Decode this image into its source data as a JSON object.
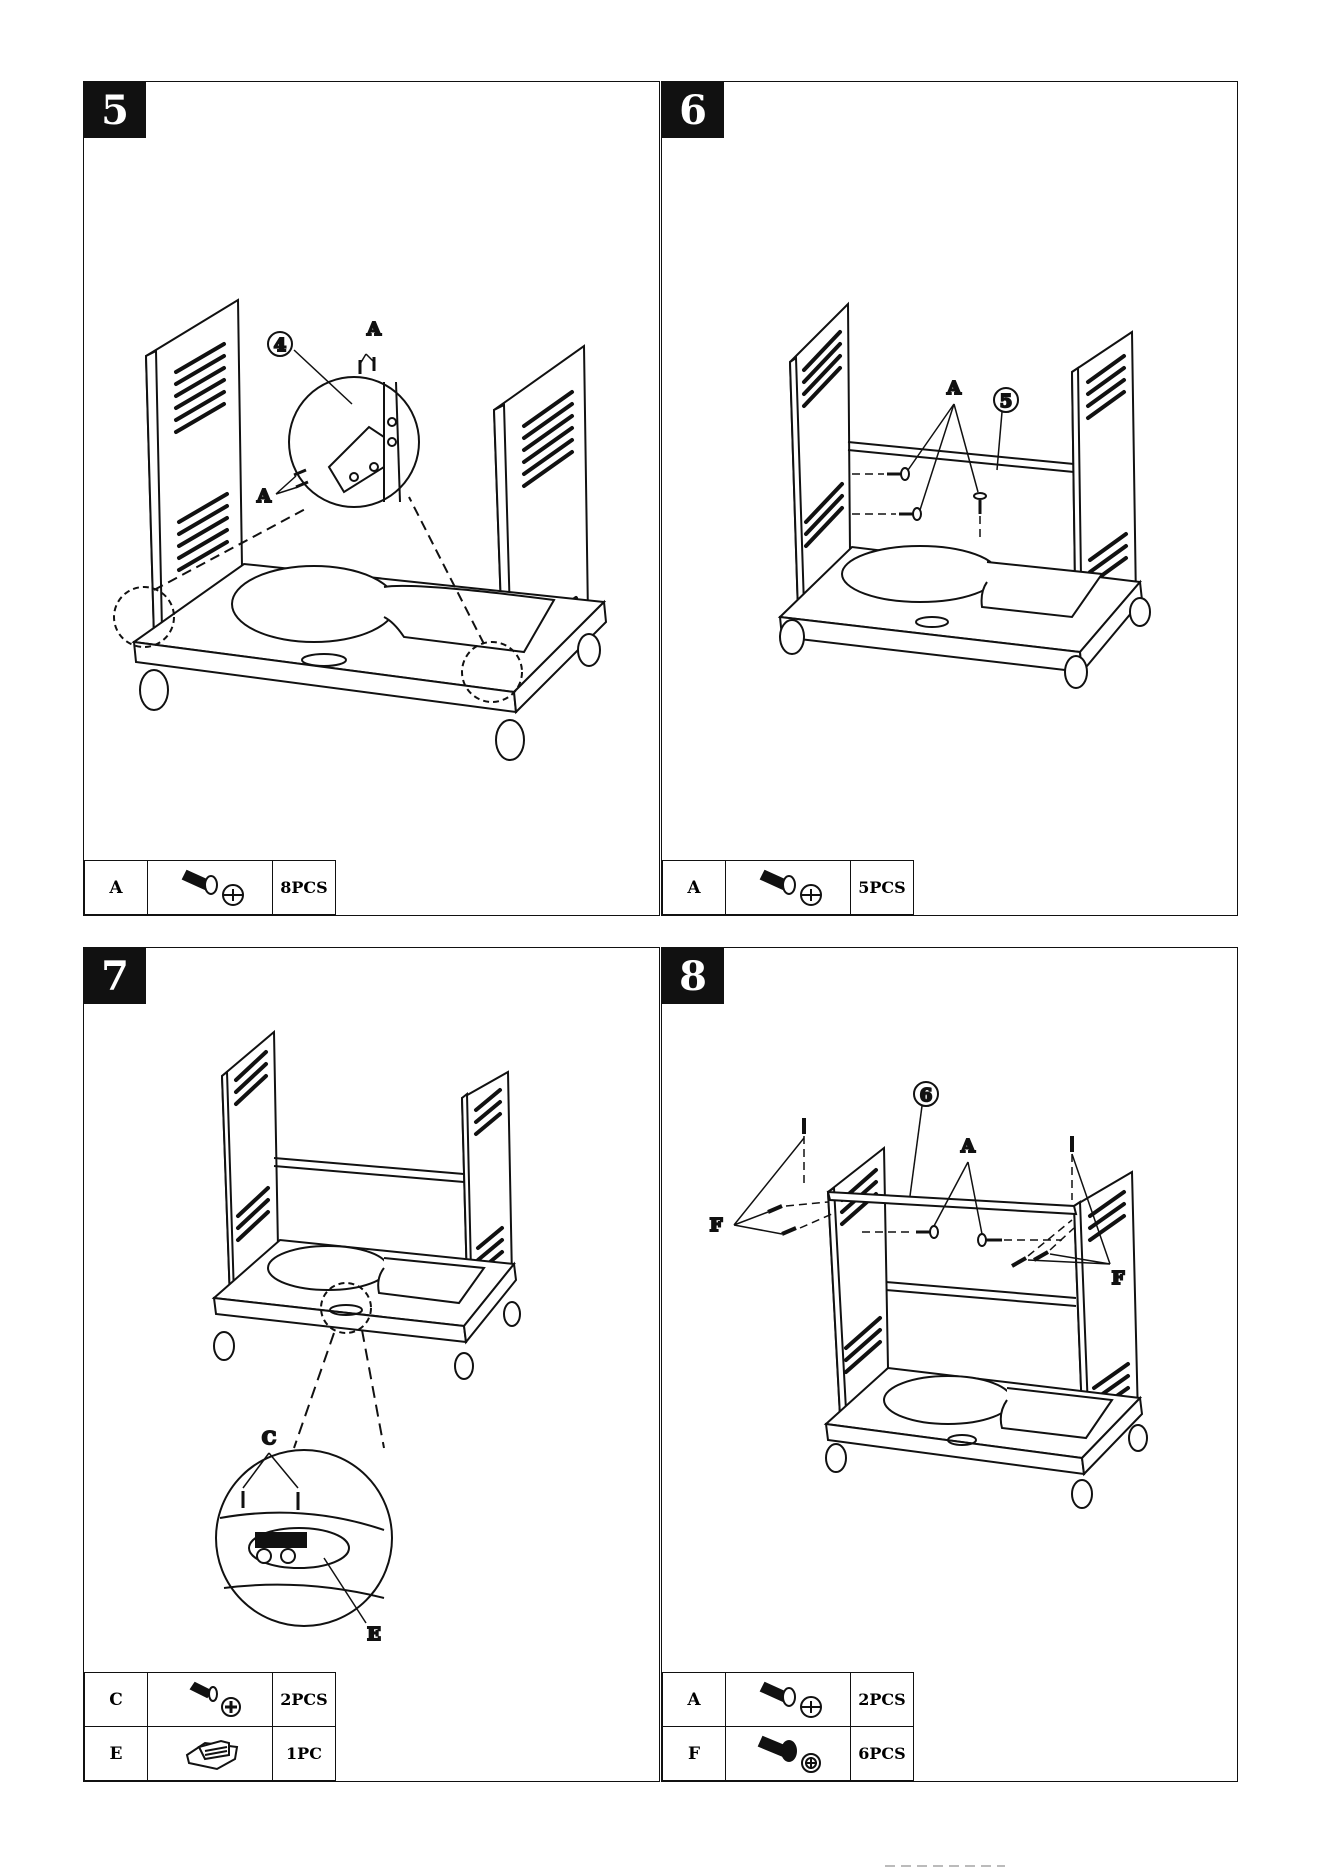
{
  "panels": [
    {
      "step": "5",
      "callouts": [
        "A",
        "A",
        "4"
      ],
      "parts": [
        {
          "code": "A",
          "icon": "flat-head-screw-icon",
          "qty": "8PCS"
        }
      ]
    },
    {
      "step": "6",
      "callouts": [
        "A",
        "5"
      ],
      "parts": [
        {
          "code": "A",
          "icon": "flat-head-screw-icon",
          "qty": "5PCS"
        }
      ]
    },
    {
      "step": "7",
      "callouts": [
        "C",
        "E"
      ],
      "parts": [
        {
          "code": "C",
          "icon": "phillips-screw-icon",
          "qty": "2PCS"
        },
        {
          "code": "E",
          "icon": "magnet-catch-icon",
          "qty": "1PC"
        }
      ]
    },
    {
      "step": "8",
      "callouts": [
        "6",
        "A",
        "F",
        "F"
      ],
      "parts": [
        {
          "code": "A",
          "icon": "flat-head-screw-icon",
          "qty": "2PCS"
        },
        {
          "code": "F",
          "icon": "phillips-bolt-icon",
          "qty": "6PCS"
        }
      ]
    }
  ]
}
